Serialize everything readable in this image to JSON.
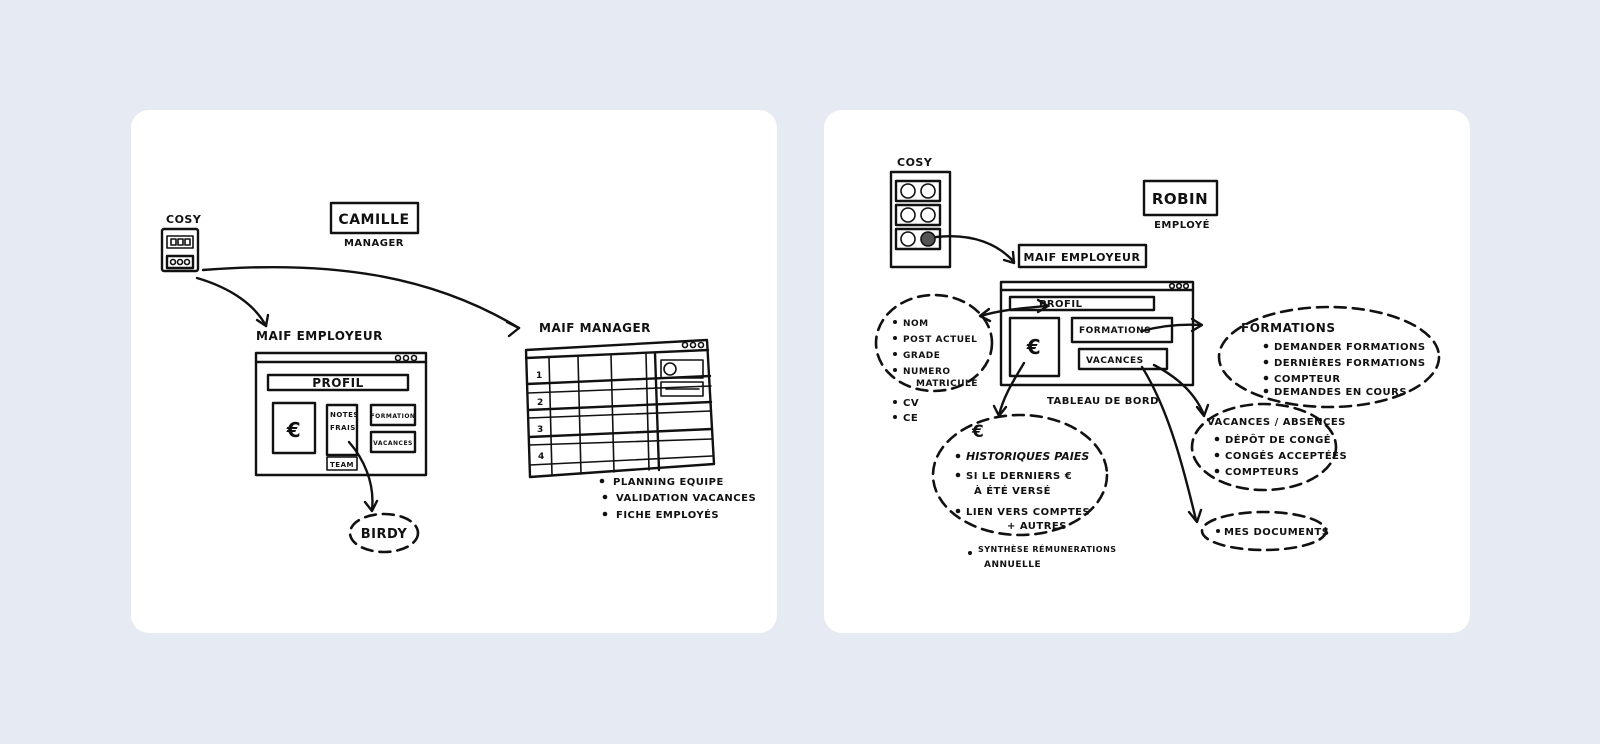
{
  "left": {
    "cosy": "COSY",
    "name": "CAMILLE",
    "role": "MANAGER",
    "employer_label": "MAIF EMPLOYEUR",
    "manager_label": "MAIF MANAGER",
    "profil": "PROFIL",
    "euro": "€",
    "notes_line1": "NOTES",
    "notes_line2": "FRAIS",
    "formation": "FORMATION",
    "vacances": "VACANCES",
    "team": "TEAM",
    "birdy": "BIRDY",
    "rows": [
      "1",
      "2",
      "3",
      "4"
    ],
    "manager_bullets": [
      "PLANNING EQUIPE",
      "VALIDATION VACANCES",
      "FICHE EMPLOYÉS"
    ]
  },
  "right": {
    "cosy": "COSY",
    "name": "ROBIN",
    "role": "EMPLOYÉ",
    "employer_label": "MAIF EMPLOYEUR",
    "profil": "PROFIL",
    "euro": "€",
    "formations_btn": "FORMATIONS",
    "vacances_btn": "VACANCES",
    "dashboard_label": "TABLEAU DE BORD",
    "profile_items": [
      "NOM",
      "POST ACTUEL",
      "GRADE",
      "NUMERO",
      "MATRICULE"
    ],
    "profile_extra": [
      "CV",
      "CE"
    ],
    "formations_title": "FORMATIONS",
    "formations_items": [
      "DEMANDER FORMATIONS",
      "DERNIÈRES FORMATIONS",
      "COMPTEUR",
      "DEMANDES EN COURS"
    ],
    "vacances_title": "VACANCES / ABSENCES",
    "vacances_items": [
      "DÉPÔT DE CONGÉ",
      "CONGÉS ACCEPTÉES",
      "COMPTEURS"
    ],
    "pay_symbol": "€",
    "pay_items": [
      "HISTORIQUES PAIES",
      "SI LE DERNIERS €",
      "À ÉTÉ VERSÉ",
      "LIEN VERS COMPTES",
      "+ AUTRES"
    ],
    "synthese_line1": "SYNTHÈSE RÉMUNERATIONS",
    "synthese_line2": "ANNUELLE",
    "documents": "MES DOCUMENTS"
  }
}
